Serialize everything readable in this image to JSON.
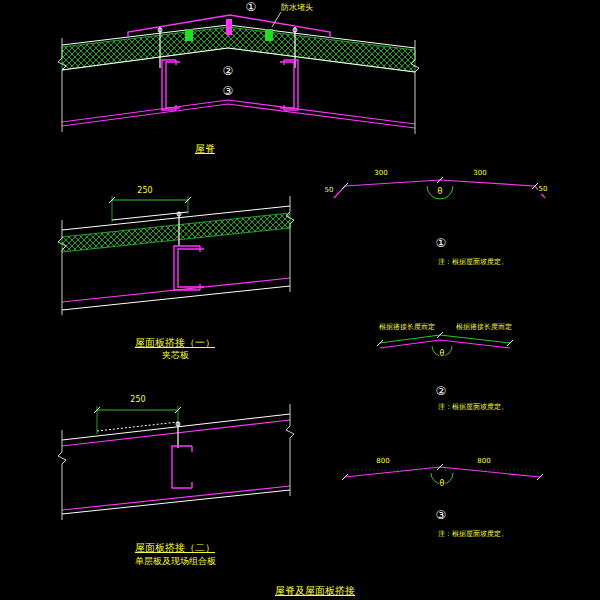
{
  "diagram": {
    "caption": "屋脊及屋面板搭接",
    "labels": [
      "①",
      "防水堵头",
      "②",
      "③",
      "屋脊",
      "250",
      "屋面板搭接（一）",
      "夹芯板",
      "250",
      "屋面板搭接（二）",
      "单层板及现场组合板",
      "300",
      "300",
      "50",
      "50",
      "θ",
      "①",
      "注：根据屋面坡度定。",
      "根据搭接长度而定",
      "根据搭接长度而定",
      "θ",
      "②",
      "注：根据屋面坡度定。",
      "800",
      "800",
      "θ",
      "③",
      "注：根据屋面坡度定。"
    ]
  }
}
